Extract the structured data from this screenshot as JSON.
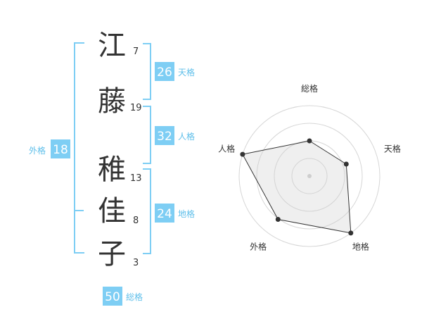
{
  "name": {
    "chars": [
      {
        "char": "江",
        "strokes": "7"
      },
      {
        "char": "藤",
        "strokes": "19"
      },
      {
        "char": "稚",
        "strokes": "13"
      },
      {
        "char": "佳",
        "strokes": "8"
      },
      {
        "char": "子",
        "strokes": "3"
      }
    ]
  },
  "kakusu": {
    "tenkaku": {
      "value": "26",
      "label": "天格"
    },
    "jinkaku": {
      "value": "32",
      "label": "人格"
    },
    "chikaku": {
      "value": "24",
      "label": "地格"
    },
    "gaikaku": {
      "value": "18",
      "label": "外格"
    },
    "soukaku": {
      "value": "50",
      "label": "総格"
    }
  },
  "chart_data": {
    "type": "radar",
    "axes": [
      "総格",
      "天格",
      "地格",
      "外格",
      "人格"
    ],
    "values": [
      0.5,
      0.55,
      1.0,
      0.76,
      1.0
    ],
    "rings": 4,
    "grid": true
  },
  "colors": {
    "accent": "#7ecef4",
    "accent_text": "#5fbfea",
    "text": "#333333",
    "grid": "#d6d6d6"
  }
}
